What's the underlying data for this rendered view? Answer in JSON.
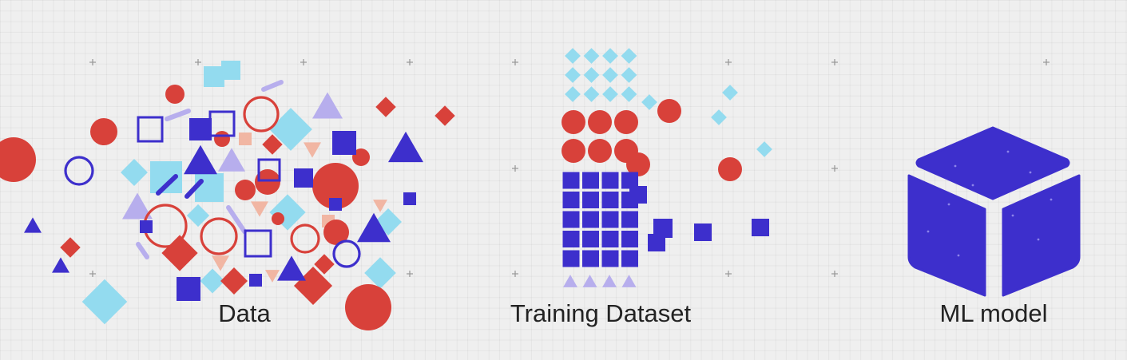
{
  "labels": {
    "data": "Data",
    "training_dataset": "Training Dataset",
    "ml_model": "ML model"
  },
  "colors": {
    "red": "#d8413a",
    "blue": "#3d2fcc",
    "light_blue": "#93dbef",
    "lavender": "#b7aeed",
    "peach": "#f1b6a3",
    "background": "#efefef",
    "grid": "#dadada",
    "text": "#222222"
  },
  "icons": {
    "scattered_data": "mixed-shapes-cloud",
    "training_dataset": "sorted-shapes-grid",
    "ml_model": "cube-icon"
  }
}
